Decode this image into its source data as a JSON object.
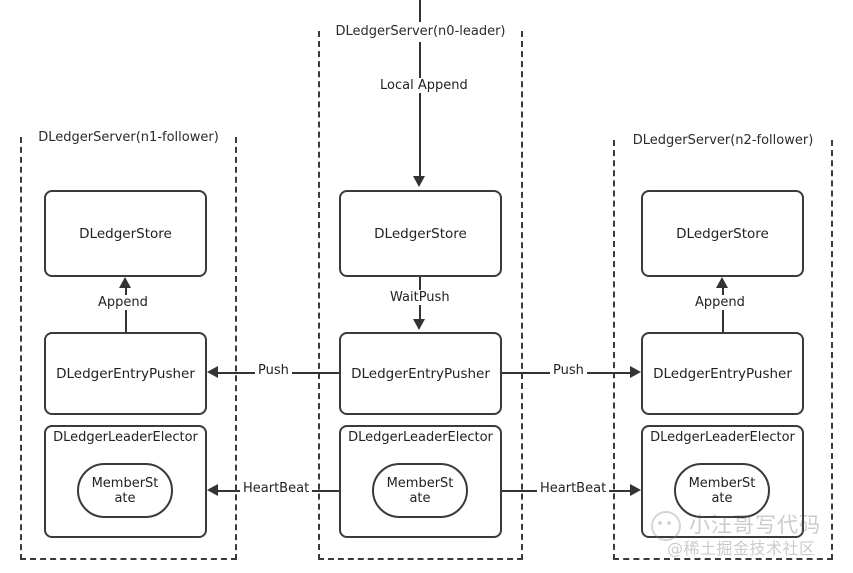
{
  "diagram": {
    "title": "DLedger multi-node replication architecture",
    "colors": {
      "stroke": "#333333",
      "panel_stroke": "#3a3a3a",
      "background": "#ffffff",
      "text": "#222222"
    },
    "panels": [
      {
        "id": "n1",
        "title": "DLedgerServer(n1-follower)",
        "role": "follower",
        "boxes": {
          "store": "DLedgerStore",
          "pusher": "DLedgerEntryPusher",
          "elector": "DLedgerLeaderElector",
          "member_state": "MemberState"
        },
        "internal_edge": "Append"
      },
      {
        "id": "n0",
        "title": "DLedgerServer(n0-leader)",
        "role": "leader",
        "boxes": {
          "store": "DLedgerStore",
          "pusher": "DLedgerEntryPusher",
          "elector": "DLedgerLeaderElector",
          "member_state": "MemberState"
        },
        "entry_edge": "Local Append",
        "internal_edge": "WaitPush"
      },
      {
        "id": "n2",
        "title": "DLedgerServer(n2-follower)",
        "role": "follower",
        "boxes": {
          "store": "DLedgerStore",
          "pusher": "DLedgerEntryPusher",
          "elector": "DLedgerLeaderElector",
          "member_state": "MemberState"
        },
        "internal_edge": "Append"
      }
    ],
    "cross_edges": {
      "push_left": "Push",
      "push_right": "Push",
      "heartbeat_left": "HeartBeat",
      "heartbeat_right": "HeartBeat"
    }
  },
  "watermark": {
    "line1": "小汪哥写代码",
    "line2": "@稀土掘金技术社区"
  }
}
